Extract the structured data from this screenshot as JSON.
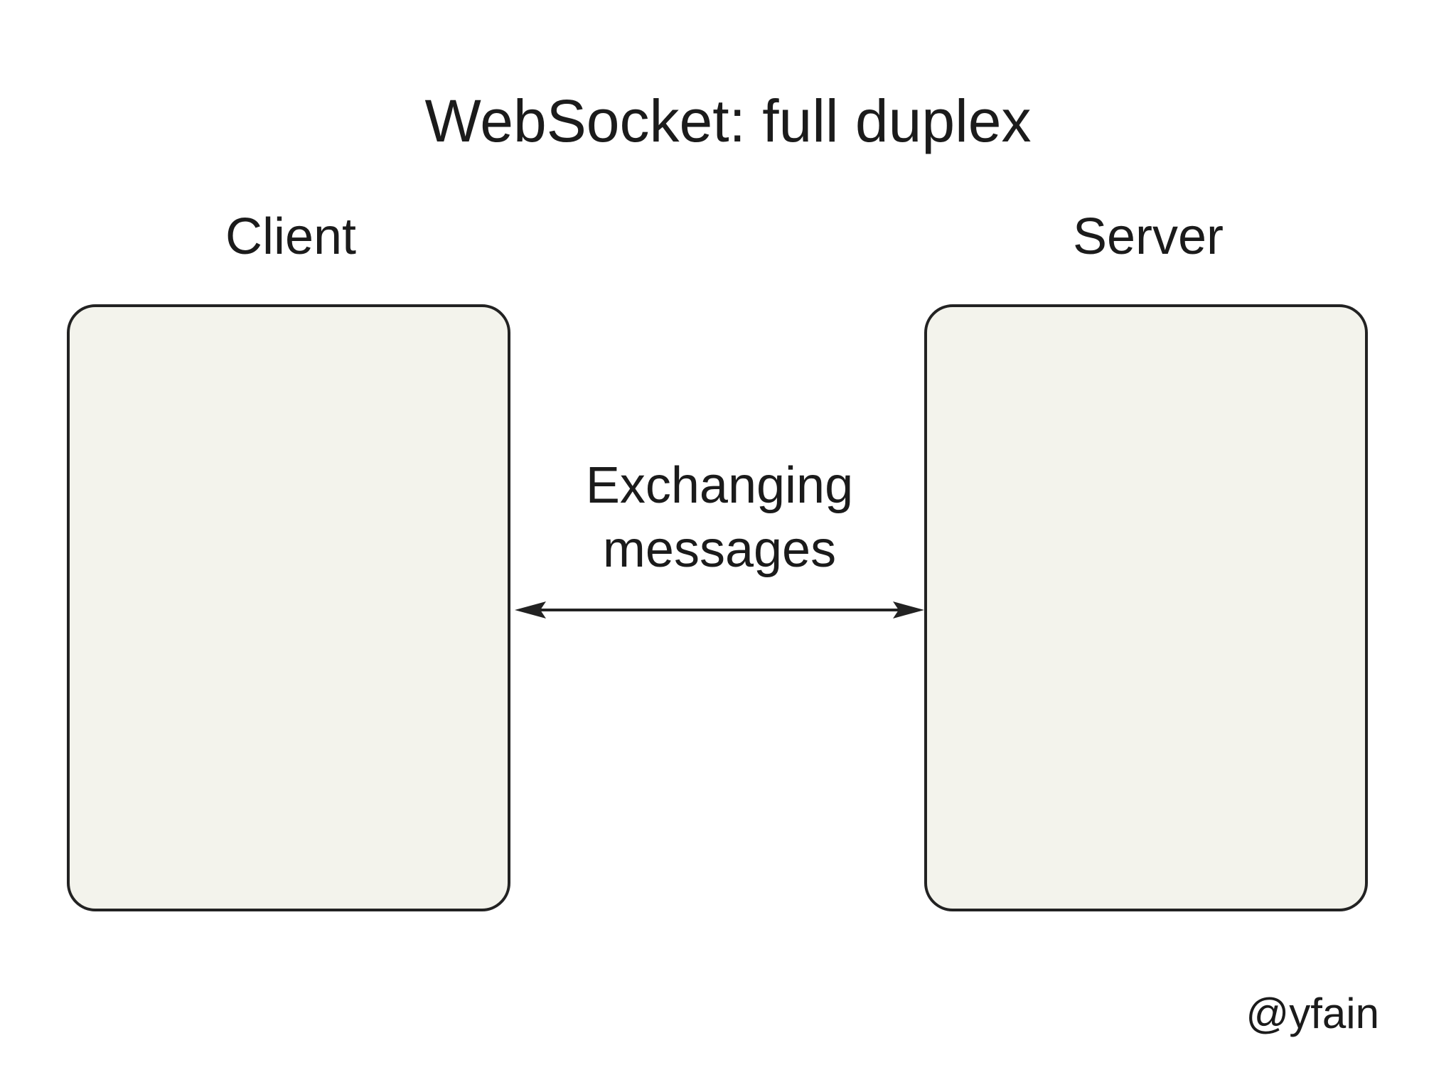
{
  "diagram": {
    "title": "WebSocket: full duplex",
    "nodes": [
      {
        "id": "client",
        "label": "Client"
      },
      {
        "id": "server",
        "label": "Server"
      }
    ],
    "edge": {
      "from": "client",
      "to": "server",
      "direction": "bidirectional",
      "label_lines": [
        "Exchanging",
        "messages"
      ]
    },
    "watermark": "@yfain",
    "colors": {
      "box_fill": "#f3f3ec",
      "stroke": "#222222",
      "text": "#1b1b1b"
    }
  }
}
